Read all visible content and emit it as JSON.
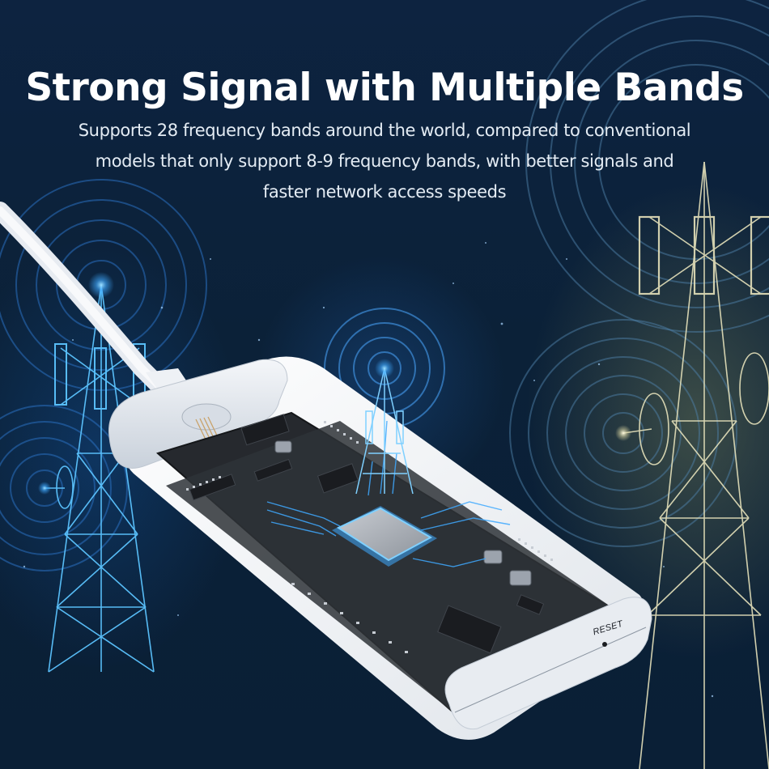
{
  "headline": "Strong Signal with Multiple Bands",
  "subtitle": {
    "line1": "Supports 28 frequency bands around the world, compared to conventional",
    "line2": "models that only support 8-9 frequency bands, with better signals and",
    "line3": "faster network access speeds"
  },
  "device": {
    "reset_label": "RESET"
  },
  "colors": {
    "background": "#0c2340",
    "headline_text": "#ffffff",
    "subtitle_text": "#e4ecf4",
    "glow_blue": "#3fa9ff",
    "glow_gold": "#d8d3a0",
    "device_white": "#f2f4f7",
    "pcb_dark": "#2a2d31"
  },
  "icons": [
    "cell-tower-icon",
    "signal-waves-icon",
    "chip-icon",
    "usb-cable-icon"
  ]
}
